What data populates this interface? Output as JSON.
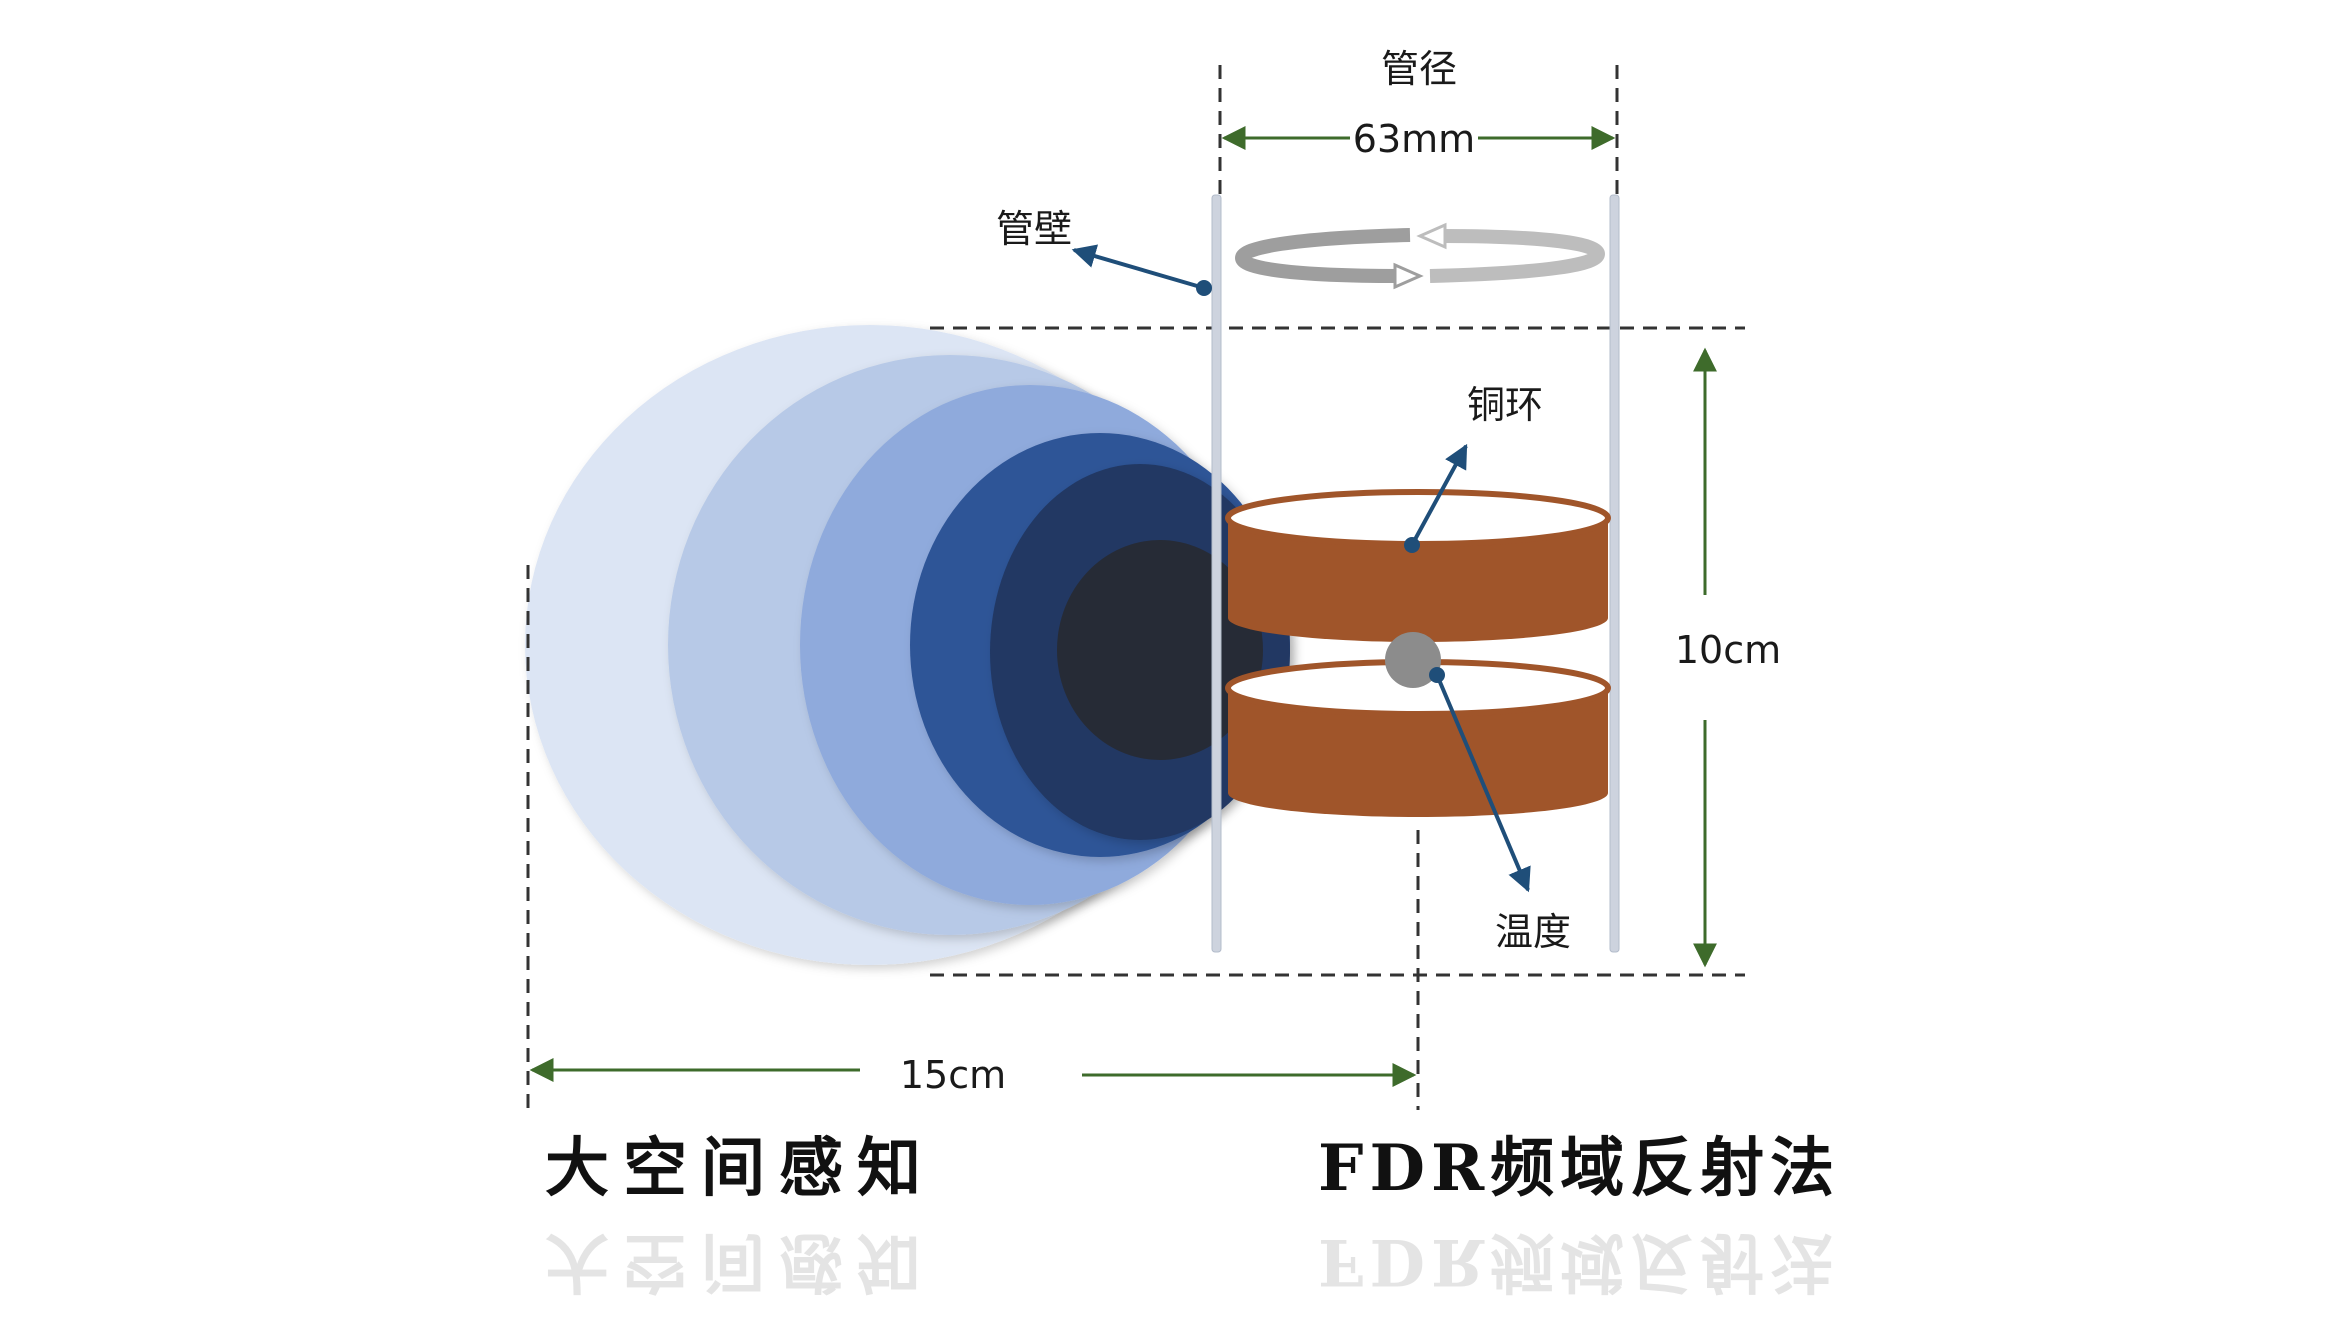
{
  "labels": {
    "pipe_diameter_title": "管径",
    "pipe_diameter_value": "63mm",
    "pipe_wall": "管壁",
    "copper_ring": "铜环",
    "height": "10cm",
    "temperature": "温度",
    "width": "15cm"
  },
  "titles": {
    "left": "大空间感知",
    "right": "FDR频域反射法"
  },
  "colors": {
    "copper": "#a0552a",
    "copper_top": "#ffffff",
    "copper_rim": "#d07a46",
    "pipe_wall": "#cdd3de",
    "dim_arrow": "#3e6b2b",
    "pointer_arrow": "#1f4e79",
    "dashed": "#333333",
    "field_layers": [
      "#dce5f4",
      "#b7c9e7",
      "#8faadc",
      "#2f5597",
      "#203864",
      "#262b36"
    ],
    "sensor_ball": "#8c8c8c"
  },
  "icons": {
    "rotation": "rotation-arrows-icon"
  }
}
